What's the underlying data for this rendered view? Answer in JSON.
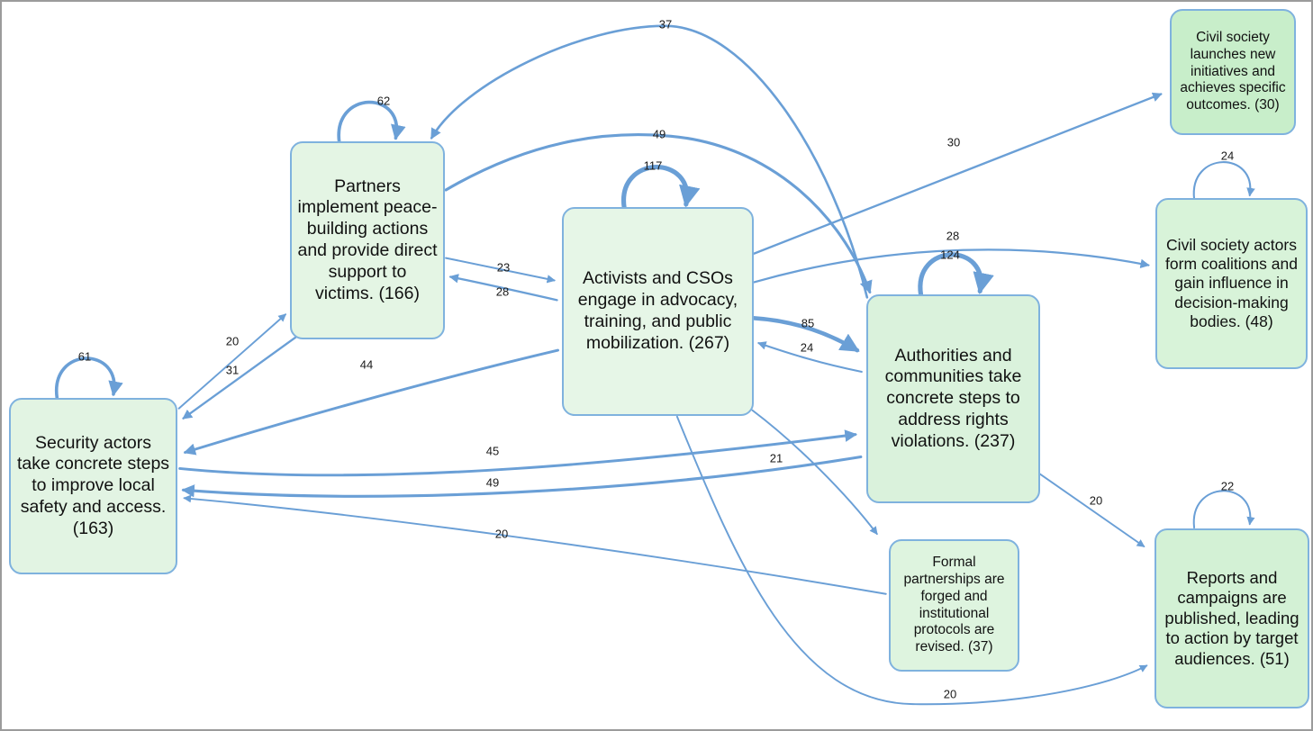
{
  "diagram": {
    "background": "#ffffff",
    "frame_border_color": "#9b9b9b",
    "edge_color": "#6a9fd6",
    "node_border_color": "#7fb2de",
    "nodes": [
      {
        "id": "security",
        "label": "Security actors take concrete steps to improve local safety and access. (163)",
        "count": 163,
        "fill": "#e2f4e3"
      },
      {
        "id": "partners",
        "label": "Partners implement peace-building actions and provide direct support to victims. (166)",
        "count": 166,
        "fill": "#e4f5e4"
      },
      {
        "id": "activists",
        "label": "Activists and CSOs engage in advocacy, training, and public mobilization. (267)",
        "count": 267,
        "fill": "#e6f6e7"
      },
      {
        "id": "authorities",
        "label": "Authorities and communities take concrete steps to address rights violations. (237)",
        "count": 237,
        "fill": "#daf2dc"
      },
      {
        "id": "launches",
        "label": "Civil society launches new initiatives and achieves specific outcomes. (30)",
        "count": 30,
        "fill": "#c8eeca"
      },
      {
        "id": "coalitions",
        "label": "Civil society actors form coalitions and gain influence in decision-making bodies. (48)",
        "count": 48,
        "fill": "#d8f3d9"
      },
      {
        "id": "formal",
        "label": "Formal partnerships are forged and institutional protocols are revised. (37)",
        "count": 37,
        "fill": "#def4df"
      },
      {
        "id": "reports",
        "label": "Reports and campaigns are published, leading to action by target audiences. (51)",
        "count": 51,
        "fill": "#d3f1d5"
      }
    ],
    "edges": [
      {
        "from": "partners",
        "to": "partners",
        "label": "62"
      },
      {
        "from": "activists",
        "to": "activists",
        "label": "117"
      },
      {
        "from": "authorities",
        "to": "authorities",
        "label": "124"
      },
      {
        "from": "security",
        "to": "security",
        "label": "61"
      },
      {
        "from": "coalitions",
        "to": "coalitions",
        "label": "24"
      },
      {
        "from": "reports",
        "to": "reports",
        "label": "22"
      },
      {
        "from": "authorities",
        "to": "partners",
        "label": "37"
      },
      {
        "from": "partners",
        "to": "authorities",
        "label": "49"
      },
      {
        "from": "activists",
        "to": "launches",
        "label": "30"
      },
      {
        "from": "activists",
        "to": "coalitions",
        "label": "28"
      },
      {
        "from": "partners",
        "to": "activists",
        "label": "23"
      },
      {
        "from": "activists",
        "to": "partners",
        "label": "28"
      },
      {
        "from": "activists",
        "to": "authorities",
        "label": "85"
      },
      {
        "from": "authorities",
        "to": "activists",
        "label": "24"
      },
      {
        "from": "security",
        "to": "partners",
        "label": "20"
      },
      {
        "from": "partners",
        "to": "security",
        "label": "31"
      },
      {
        "from": "activists",
        "to": "security",
        "label": "44"
      },
      {
        "from": "security",
        "to": "authorities",
        "label": "45"
      },
      {
        "from": "authorities",
        "to": "security",
        "label": "49"
      },
      {
        "from": "formal",
        "to": "security",
        "label": "20"
      },
      {
        "from": "activists",
        "to": "formal",
        "label": "21"
      },
      {
        "from": "authorities",
        "to": "reports",
        "label": "20"
      },
      {
        "from": "activists",
        "to": "reports",
        "label": "20"
      }
    ]
  }
}
